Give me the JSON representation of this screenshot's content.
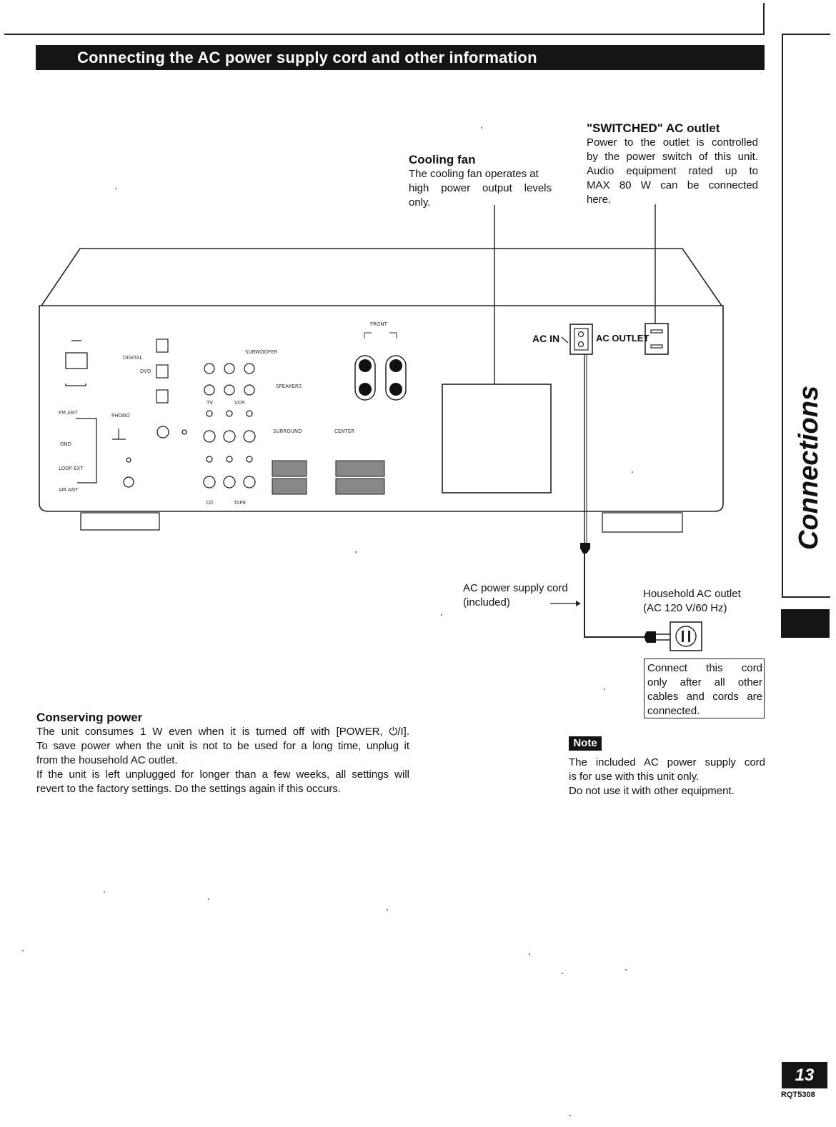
{
  "header": {
    "title": "Connecting the AC power supply cord and other information"
  },
  "side_tab": {
    "label": "Connections"
  },
  "callouts": {
    "cooling_fan": {
      "heading": "Cooling fan",
      "lines": [
        "The cooling fan operates at",
        "high power output levels",
        "only."
      ]
    },
    "switched_outlet": {
      "heading": "\"SWITCHED\" AC outlet",
      "lines": [
        "Power to the outlet is controlled",
        "by the power switch of this unit.",
        "Audio equipment rated up to",
        "MAX 80 W can be connected",
        "here."
      ]
    },
    "ac_in": "AC IN",
    "ac_outlet": "AC OUTLET",
    "power_cord": {
      "lines": [
        "AC power supply cord",
        "(included)"
      ]
    },
    "household_outlet": {
      "lines": [
        "Household AC outlet",
        "(AC 120 V/60 Hz)"
      ]
    },
    "connect_note": {
      "lines": [
        "Connect this cord",
        "only after all other",
        "cables and cords are",
        "connected."
      ]
    }
  },
  "panel_labels": {
    "cd": "CD",
    "tape": "TAPE",
    "speakers": "SPEAKERS",
    "surround": "SURROUND",
    "center": "CENTER",
    "subwoofer": "SUBWOOFER",
    "front": "FRONT",
    "dvd": "DVD",
    "tv": "TV",
    "vcr": "VCR",
    "loop_ext": "LOOP EXT",
    "am_ant": "AM ANT",
    "fm_ant": "FM ANT",
    "gnd": "GND",
    "phono": "PHONO",
    "digital": "DIGITAL"
  },
  "conserving_power": {
    "heading": "Conserving power",
    "lines": [
      "The unit consumes 1 W even when it is turned off with [POWER, ⏻/I].",
      "To save power when the unit is not to be used for a long time, unplug it",
      "from the household AC outlet.",
      "If the unit is left unplugged for longer than a few weeks, all settings will",
      "revert to the factory settings. Do the settings again if this occurs."
    ]
  },
  "note": {
    "tag": "Note",
    "lines": [
      "The included AC power supply cord",
      "is for use with this unit only.",
      "Do not use it with other equipment."
    ]
  },
  "footer": {
    "page_number": "13",
    "doc_code": "RQT5308"
  }
}
